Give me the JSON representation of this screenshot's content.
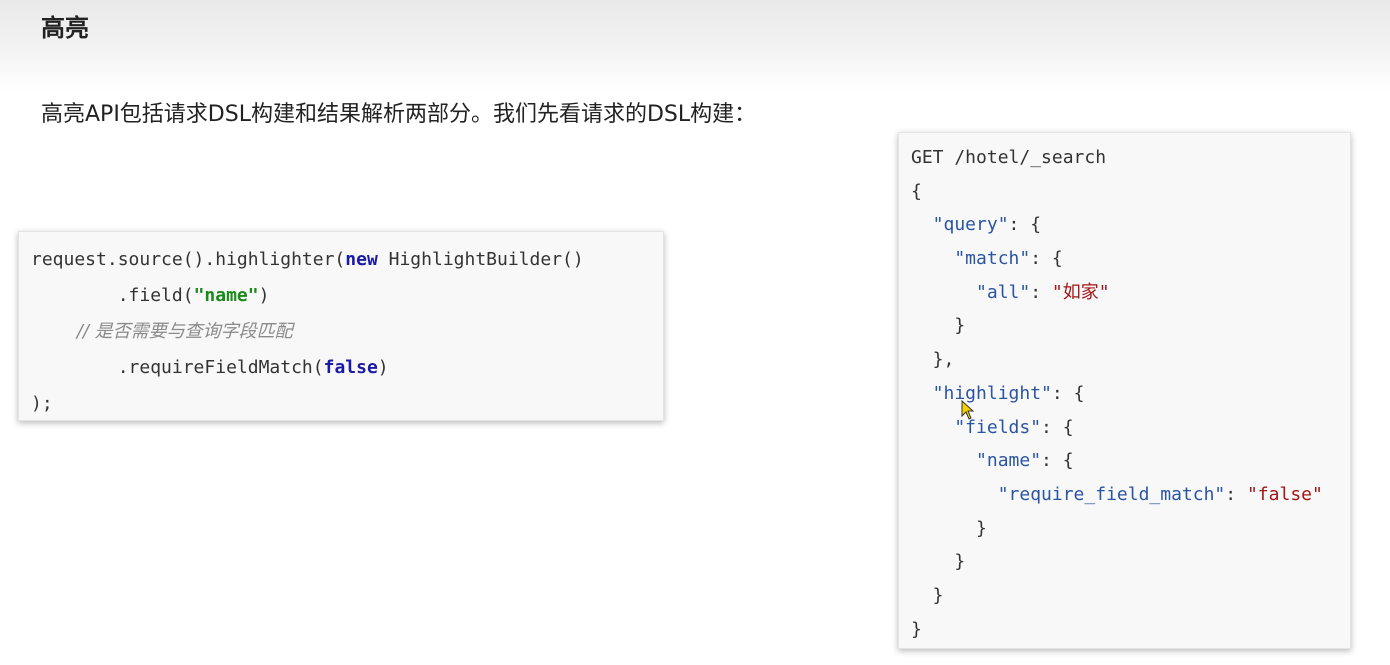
{
  "slide": {
    "title": "高亮",
    "intro": "高亮API包括请求DSL构建和结果解析两部分。我们先看请求的DSL构建："
  },
  "java_code": {
    "l1_a": "request.source().highlighter(",
    "l1_kw": "new",
    "l1_b": " HighlightBuilder()",
    "l2_a": "        .field(",
    "l2_str": "\"name\"",
    "l2_b": ")",
    "l3_comment": "        // 是否需要与查询字段匹配",
    "l4_a": "        .requireFieldMatch(",
    "l4_kw": "false",
    "l4_b": ")",
    "l5": ");"
  },
  "dsl_code": {
    "l1": "GET /hotel/_search",
    "l2": "{",
    "l3_key": "  \"query\"",
    "l3_rest": ": {",
    "l4_key": "    \"match\"",
    "l4_rest": ": {",
    "l5_key": "      \"all\"",
    "l5_colon": ": ",
    "l5_val": "\"如家\"",
    "l6": "    }",
    "l7": "  },",
    "l8_key": "  \"highlight\"",
    "l8_rest": ": {",
    "l9_key": "    \"fields\"",
    "l9_rest": ": {",
    "l10_key": "      \"name\"",
    "l10_rest": ": {",
    "l11_key": "        \"require_field_match\"",
    "l11_colon": ": ",
    "l11_val": "\"false\"",
    "l12": "      }",
    "l13": "    }",
    "l14": "  }",
    "l15": "}"
  },
  "colors": {
    "keyword": "#1a1aa6",
    "string_java": "#1a8a1a",
    "json_key": "#2a55a0",
    "json_value": "#a31515",
    "comment": "#8a8a8a"
  },
  "icons": {
    "pointer": "mouse-cursor-icon"
  }
}
